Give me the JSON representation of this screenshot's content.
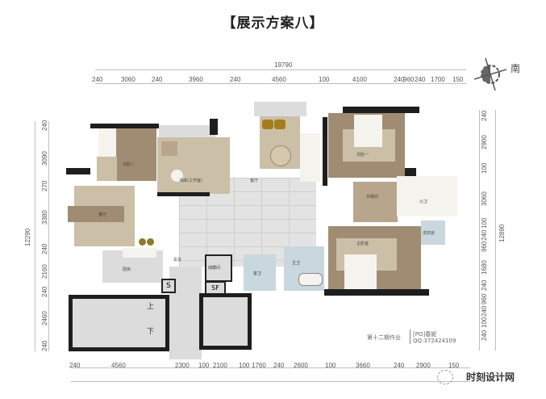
{
  "title": "【展示方案八】",
  "compass": {
    "direction_label": "南"
  },
  "dimensions": {
    "top_total": "19790",
    "top": [
      "240",
      "3060",
      "240",
      "3960",
      "240",
      "4560",
      "100",
      "4100",
      "240",
      "960",
      "240",
      "1700",
      "150"
    ],
    "bottom": [
      "240",
      "4560",
      "2300",
      "100",
      "2100",
      "100",
      "1760",
      "240",
      "2600",
      "100",
      "3660",
      "240",
      "2900",
      "150"
    ],
    "left_total": "12290",
    "left": [
      "240",
      "3090",
      "270",
      "3380",
      "240",
      "2160",
      "240",
      "2460",
      "240"
    ],
    "right_total": "12890",
    "right": [
      "240",
      "2900",
      "100",
      "3060",
      "100",
      "240",
      "960",
      "1680",
      "240",
      "960",
      "240",
      "100",
      "240"
    ]
  },
  "rooms": {
    "bedroom_two": "次卧二",
    "study": "书房(工作室)",
    "living": "客厅",
    "dining": "餐厅",
    "kitchen": "厨房",
    "bedroom_one": "次卧一",
    "closet": "衣帽间",
    "master_bath": "主卫",
    "master_bedroom": "主卧室",
    "guest_bath": "客卫",
    "public_bath": "公卫",
    "laundry": "洗衣房",
    "entry": "玄关",
    "storage": "储藏间",
    "stair_up": "上",
    "stair_down": "下",
    "shaft_s": "S",
    "shaft_sf": "SF"
  },
  "credit": {
    "left": "第十二期作业",
    "author": "[PO]春妮",
    "qq": "QQ:372424109"
  },
  "watermark": "时刻设计网"
}
